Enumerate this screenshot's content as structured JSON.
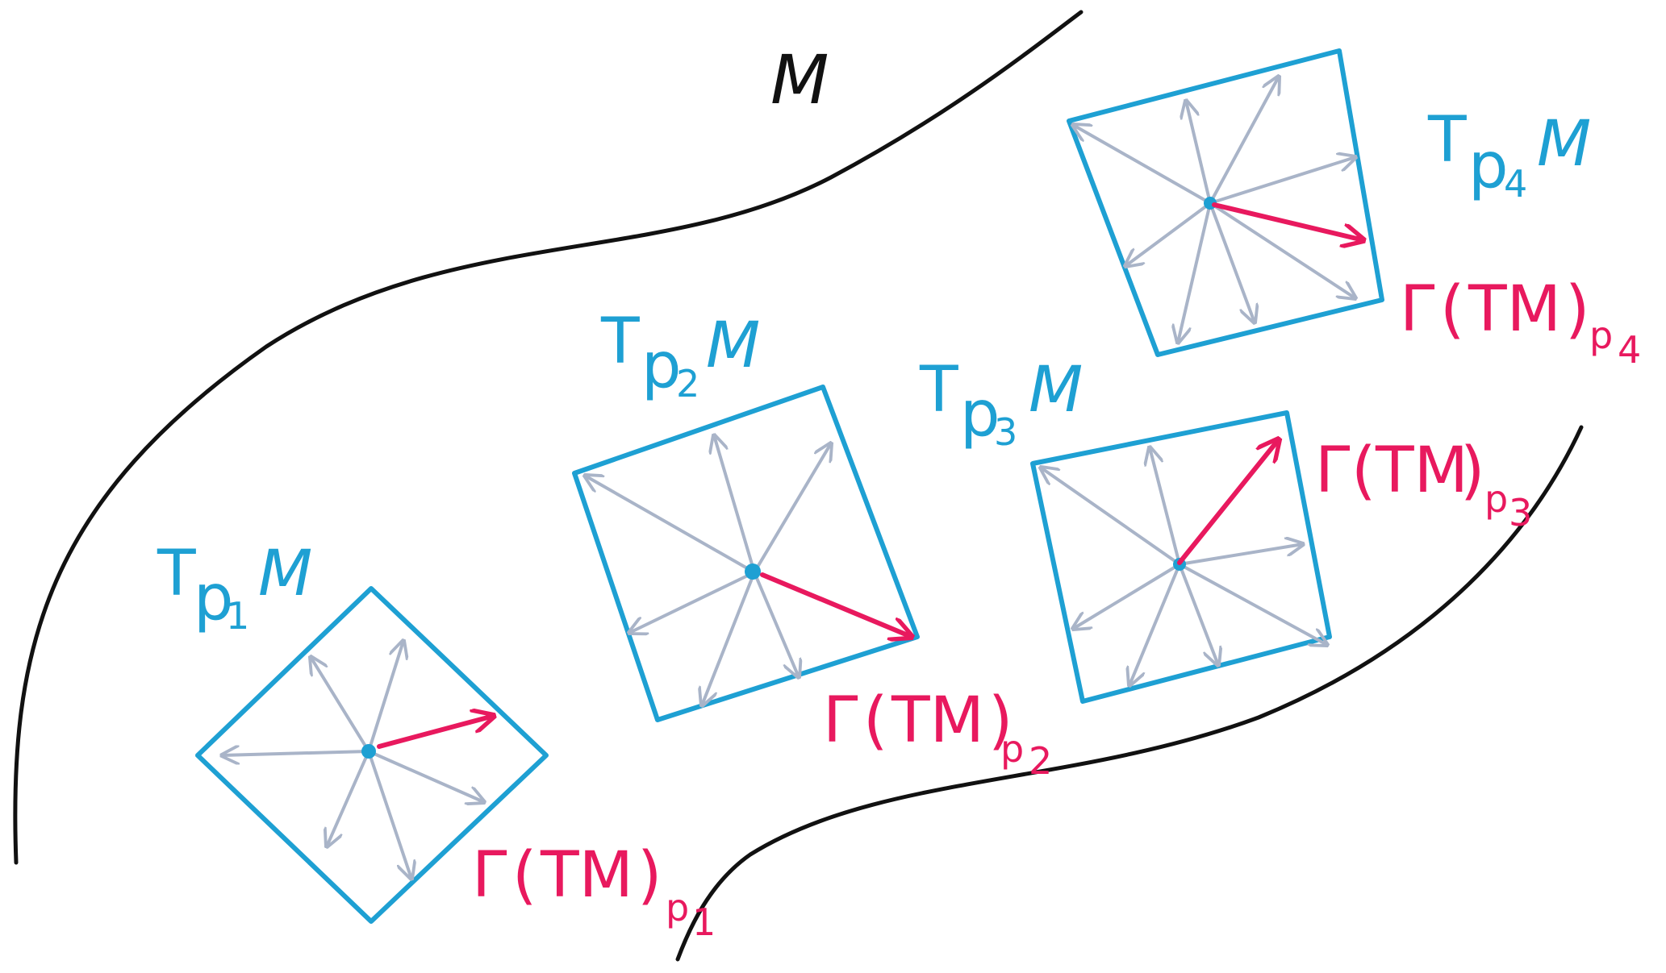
{
  "manifold_label": "M",
  "tangent_spaces": [
    {
      "T": "T",
      "point": "p",
      "index": "1",
      "M": "M",
      "section": {
        "gamma": "Γ",
        "open": "(",
        "TM": "TM",
        "close": ")",
        "point": "p",
        "index": "1"
      }
    },
    {
      "T": "T",
      "point": "p",
      "index": "2",
      "M": "M",
      "section": {
        "gamma": "Γ",
        "open": "(",
        "TM": "TM",
        "close": ")",
        "point": "p",
        "index": "2"
      }
    },
    {
      "T": "T",
      "point": "p",
      "index": "3",
      "M": "M",
      "section": {
        "gamma": "Γ",
        "open": "(",
        "TM": "TM",
        "close": ")",
        "point": "p",
        "index": "3"
      }
    },
    {
      "T": "T",
      "point": "p",
      "index": "4",
      "M": "M",
      "section": {
        "gamma": "Γ",
        "open": "(",
        "TM": "TM",
        "close": ")",
        "point": "p",
        "index": "4"
      }
    }
  ],
  "colors": {
    "tangent_plane": "#1ea0d3",
    "section_vector": "#e8195e",
    "basis_vectors": "#a9b4c8",
    "manifold_boundary": "#111111"
  }
}
